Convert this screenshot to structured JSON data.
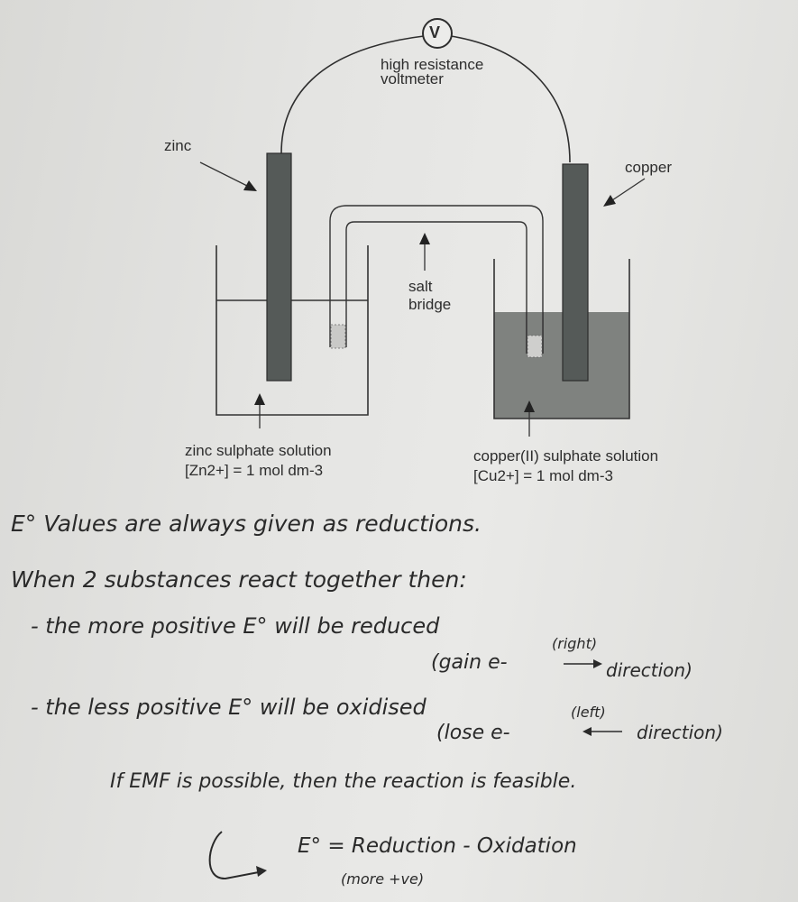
{
  "diagram": {
    "voltmeter_symbol": "V",
    "voltmeter_label_1": "high resistance",
    "voltmeter_label_2": "voltmeter",
    "zinc_label": "zinc",
    "copper_label": "copper",
    "salt_bridge_1": "salt",
    "salt_bridge_2": "bridge",
    "zinc_solution": "zinc sulphate solution",
    "zinc_conc": "[Zn2+] = 1 mol dm-3",
    "copper_solution": "copper(II) sulphate solution",
    "copper_conc": "[Cu2+] = 1 mol dm-3"
  },
  "notes": {
    "line1": "E° Values are always given as reductions.",
    "line2": "When 2 substances react together then:",
    "line3": "- the more positive E° will be reduced",
    "line4a": "(gain e-",
    "line4b": "(right)",
    "line4c": "direction)",
    "line5": "- the less positive E° will be oxidised",
    "line6a": "(lose e-",
    "line6b": "(left)",
    "line6c": "direction)",
    "line7": "If EMF is possible, then the reaction is feasible.",
    "line8": "E° = Reduction - Oxidation",
    "line9": "(more +ve)"
  },
  "colors": {
    "ink": "#2e2e2e",
    "electrode": "#555a58",
    "copper_solution": "#7d807d"
  }
}
